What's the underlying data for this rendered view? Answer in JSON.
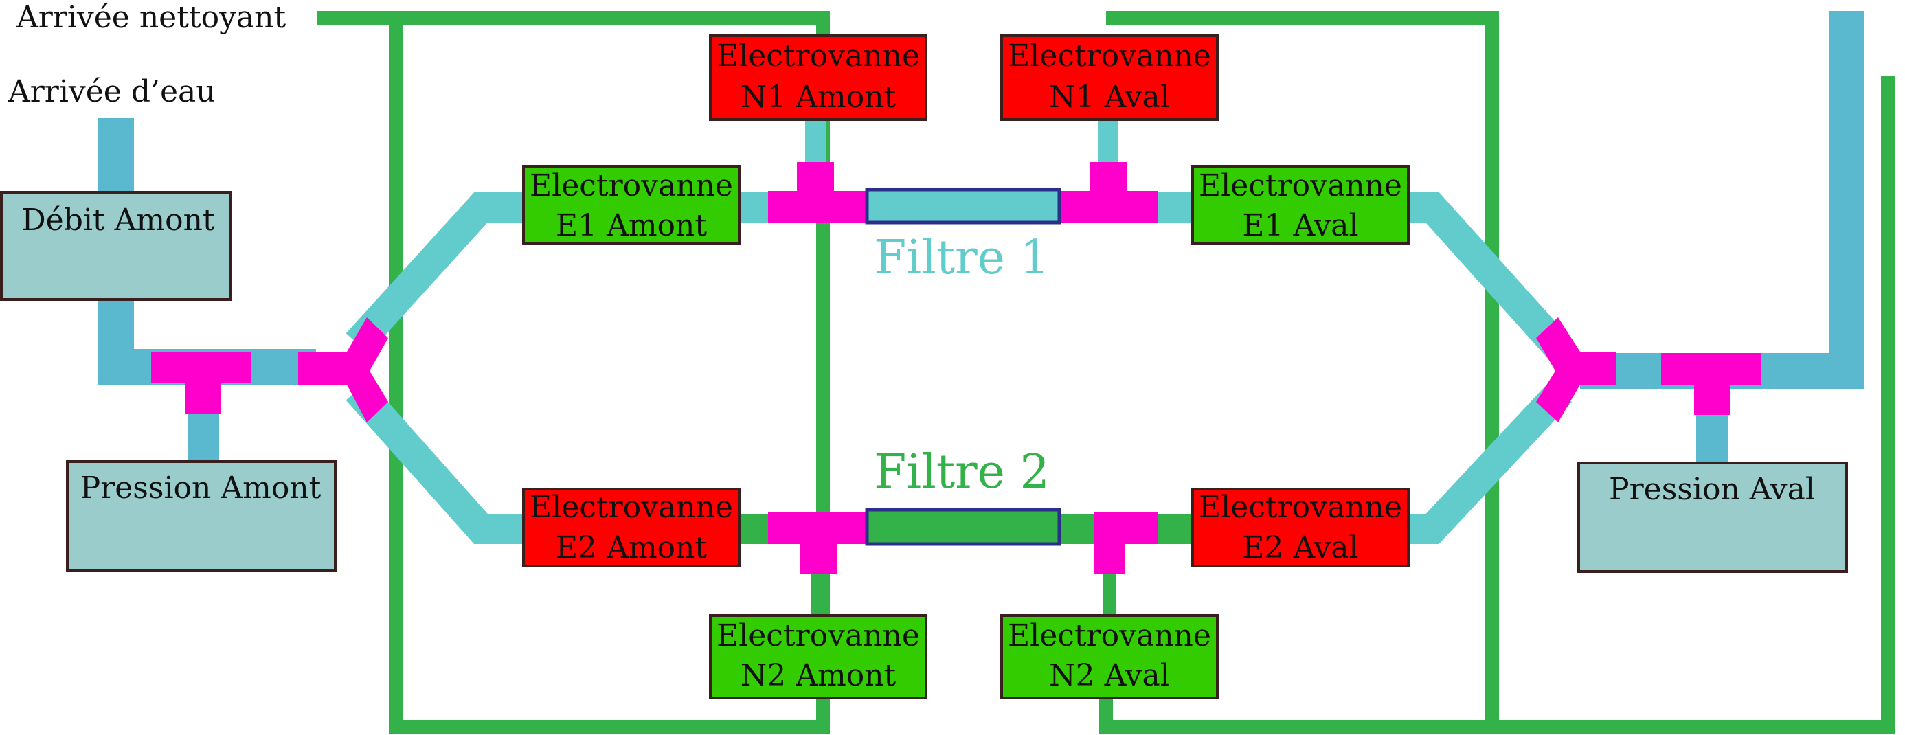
{
  "colors": {
    "water_pipe": "#62CBCB",
    "water_pipe_dark": "#5BB9CF",
    "cleaner_pipe": "#33B24A",
    "tee_connector": "#FF00CC",
    "filter_border": "#2B2F8A",
    "valve_open": "#33CC00",
    "valve_closed": "#FF0000",
    "sensor_box": "#9ACCCC",
    "box_border": "#3A1F1F"
  },
  "labels": {
    "cleaner_inlet": "Arrivée nettoyant",
    "water_inlet": "Arrivée d’eau"
  },
  "sensors": {
    "flow_upstream": "Débit Amont",
    "pressure_upstream": "Pression Amont",
    "pressure_downstream": "Pression Aval"
  },
  "valves": {
    "n1_upstream": {
      "line1": "Electrovanne",
      "line2": "N1 Amont",
      "state": "closed"
    },
    "n1_downstream": {
      "line1": "Electrovanne",
      "line2": "N1 Aval",
      "state": "closed"
    },
    "e1_upstream": {
      "line1": "Electrovanne",
      "line2": "E1 Amont",
      "state": "open"
    },
    "e1_downstream": {
      "line1": "Electrovanne",
      "line2": "E1 Aval",
      "state": "open"
    },
    "e2_upstream": {
      "line1": "Electrovanne",
      "line2": "E2 Amont",
      "state": "closed"
    },
    "e2_downstream": {
      "line1": "Electrovanne",
      "line2": "E2 Aval",
      "state": "closed"
    },
    "n2_upstream": {
      "line1": "Electrovanne",
      "line2": "N2 Amont",
      "state": "open"
    },
    "n2_downstream": {
      "line1": "Electrovanne",
      "line2": "N2 Aval",
      "state": "open"
    }
  },
  "filters": {
    "filter1": "Filtre 1",
    "filter2": "Filtre 2"
  }
}
